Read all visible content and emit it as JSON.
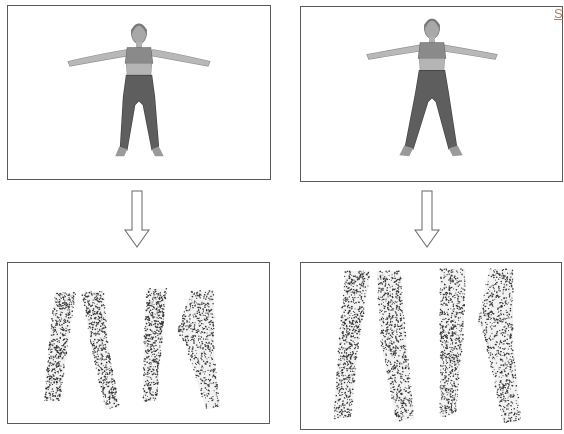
{
  "corner_mark": "S",
  "colors": {
    "frame": "#5a5a5a",
    "skin": "#b3b3b3",
    "pants": "#555555",
    "dots": "#333333"
  },
  "panels": [
    {
      "name": "top-left",
      "content": "human-model-t-pose"
    },
    {
      "name": "top-right",
      "content": "human-model-t-pose"
    },
    {
      "name": "bottom-left",
      "content": "leg-point-cloud"
    },
    {
      "name": "bottom-right",
      "content": "leg-point-cloud"
    }
  ]
}
